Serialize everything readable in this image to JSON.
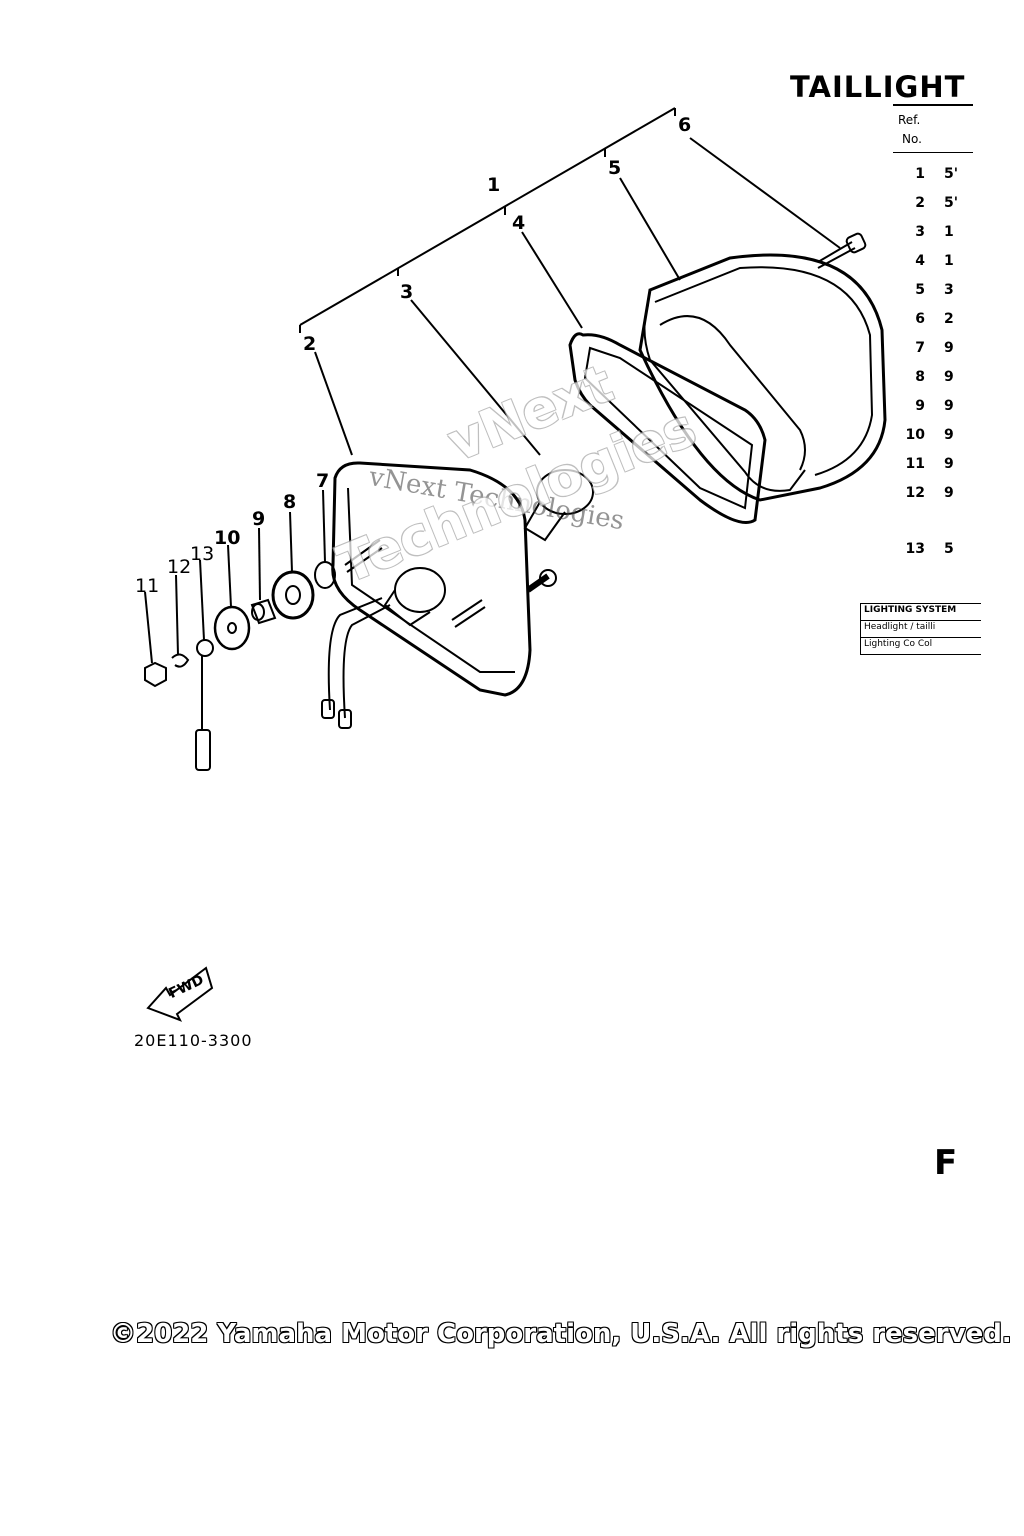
{
  "title": "TAILLIGHT",
  "table": {
    "header_ref": "Ref.",
    "header_no": "No.",
    "rows": [
      {
        "ref": "1",
        "part": "5'"
      },
      {
        "ref": "2",
        "part": "5'"
      },
      {
        "ref": "3",
        "part": "1"
      },
      {
        "ref": "4",
        "part": "1"
      },
      {
        "ref": "5",
        "part": "3"
      },
      {
        "ref": "6",
        "part": "2"
      },
      {
        "ref": "7",
        "part": "9"
      },
      {
        "ref": "8",
        "part": "9"
      },
      {
        "ref": "9",
        "part": "9"
      },
      {
        "ref": "10",
        "part": "9"
      },
      {
        "ref": "11",
        "part": "9"
      },
      {
        "ref": "12",
        "part": "9"
      },
      {
        "ref": "13",
        "part": "5"
      }
    ]
  },
  "lighting_table": {
    "row1": "LIGHTING SYSTEM",
    "row2": "Headlight / tailli",
    "row3": "Lighting Co  Col"
  },
  "callouts": {
    "c1": "1",
    "c2": "2",
    "c3": "3",
    "c4": "4",
    "c5": "5",
    "c6": "6",
    "c7": "7",
    "c8": "8",
    "c9": "9",
    "c10": "10",
    "c11": "11",
    "c12": "12",
    "c13": "13"
  },
  "fwd_label": "FWD",
  "drawing_code": "20E110-3300",
  "page_letter": "F",
  "watermark": {
    "line1": "vNext Technologies",
    "line2": "vNext",
    "line3": "Technologies"
  },
  "copyright": "©2022 Yamaha Motor Corporation, U.S.A. All rights reserved."
}
